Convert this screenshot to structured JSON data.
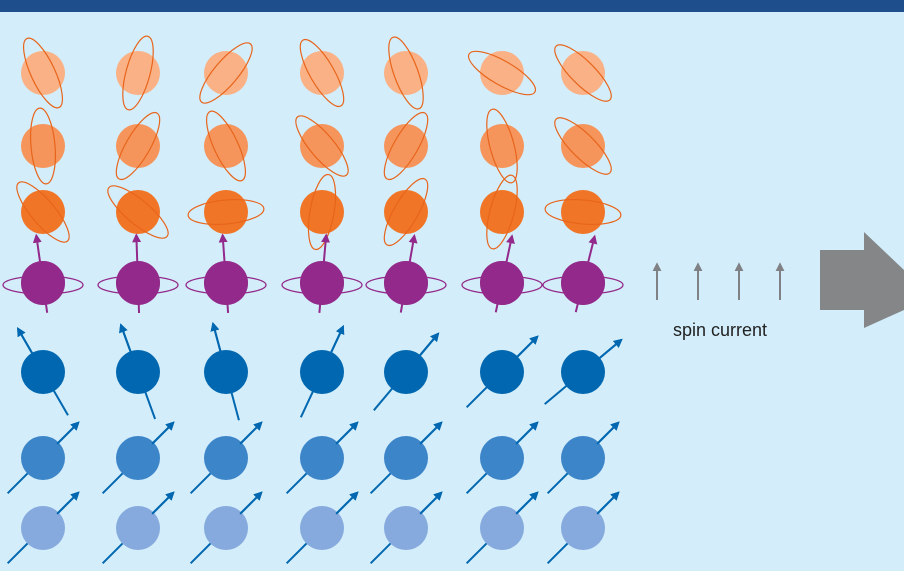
{
  "colors": {
    "background": "#d3eefa",
    "top_band": "#1f4e8c",
    "arrow_block": "#848688",
    "spin_current_arrow": "#7f8184",
    "blue_arrow": "#0067b0",
    "purple_arrow": "#93298a",
    "orange_orbit": "#e8641b"
  },
  "caption": {
    "text": "spin current"
  },
  "diagram": {
    "columns": 7,
    "rows": [
      {
        "kind": "precession",
        "ball_color": "#f9b185",
        "ellipse_color": "#e8641b",
        "tilt_deg": [
          -25,
          15,
          40,
          -30,
          -20,
          -60,
          -45
        ]
      },
      {
        "kind": "precession",
        "ball_color": "#f5955b",
        "ellipse_color": "#e8641b",
        "tilt_deg": [
          -5,
          30,
          -25,
          -40,
          30,
          -15,
          -45
        ]
      },
      {
        "kind": "precession",
        "ball_color": "#f07527",
        "ellipse_color": "#e8641b",
        "tilt_deg": [
          -40,
          -50,
          85,
          10,
          30,
          15,
          -85
        ]
      },
      {
        "kind": "precession",
        "ball_color": "#93298a",
        "ellipse_color": "#93298a",
        "tilt_deg": [
          90,
          90,
          90,
          90,
          90,
          90,
          90
        ],
        "axis_arrow": true
      },
      {
        "kind": "spin",
        "ball_color": "#0067b0",
        "arrow_color": "#0067b0",
        "direction_deg": [
          -30,
          -20,
          -15,
          25,
          40,
          45,
          50
        ]
      },
      {
        "kind": "spin",
        "ball_color": "#3c85c9",
        "arrow_color": "#0067b0",
        "direction_deg": [
          45,
          45,
          45,
          45,
          45,
          45,
          45
        ]
      },
      {
        "kind": "spin",
        "ball_color": "#86a9de",
        "arrow_color": "#0067b0",
        "direction_deg": [
          45,
          45,
          45,
          45,
          45,
          45,
          45
        ]
      }
    ],
    "spin_current_arrows": 4,
    "flow_direction": "right"
  }
}
